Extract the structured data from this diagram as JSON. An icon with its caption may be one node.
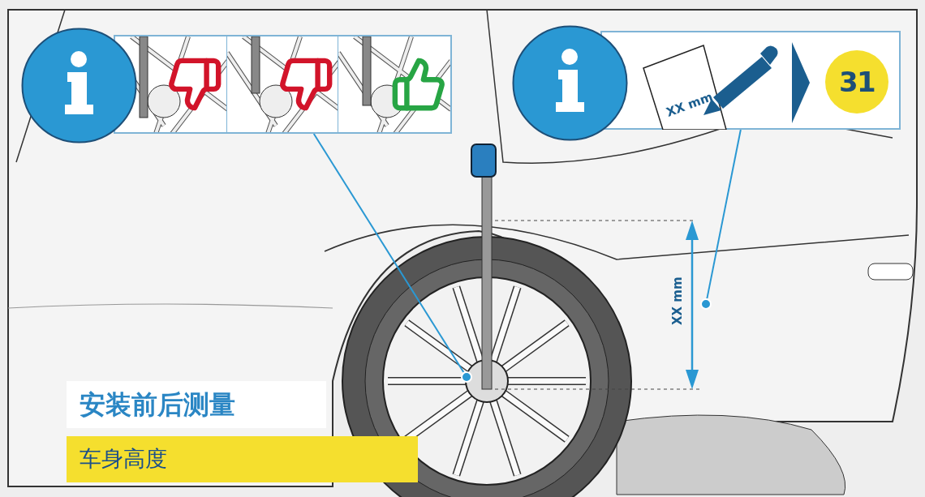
{
  "diagram": {
    "nodes": [
      {
        "text": [],
        "shape": "box"
      },
      {
        "text": [
          "XX mm"
        ]
      },
      {
        "text": [
          "31"
        ],
        "in": 1
      },
      {
        "text": [],
        "shape": "circle"
      },
      {
        "text": [],
        "shape": "circle"
      }
    ],
    "edges": [
      {
        "from": 0,
        "to": 3,
        "arrow": "none"
      },
      {
        "from": 1,
        "to": 4,
        "arrow": "none"
      }
    ],
    "labels": [
      "XX mm",
      "安装前后测量",
      "车身高度"
    ]
  }
}
